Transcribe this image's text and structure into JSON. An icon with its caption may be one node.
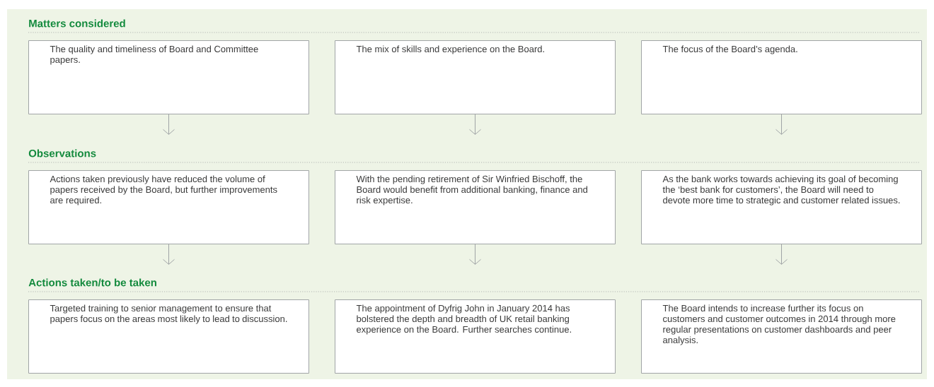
{
  "diagram": {
    "nodes": [
      {
        "text": [
          "The quality and timeliness of Board and Committee papers."
        ]
      },
      {
        "text": [
          "The mix of skills and experience on the Board."
        ]
      },
      {
        "text": [
          "The focus of the Board’s agenda."
        ]
      },
      {
        "text": [
          "Actions taken previously have reduced the volume of papers received by the Board, but further improvements are required."
        ]
      },
      {
        "text": [
          "With the pending retirement of Sir Winfried Bischoff, the Board would benefit from additional banking, finance and risk expertise."
        ]
      },
      {
        "text": [
          "As the bank works towards achieving its goal of becoming the ‘best bank for customers’, the Board will need to devote more time to strategic and customer related issues."
        ]
      },
      {
        "text": [
          "Targeted training to senior management to ensure that papers focus on the areas most likely to lead to discussion."
        ]
      },
      {
        "text": [
          "The appointment of Dyfrig John in January 2014 has bolstered the depth and breadth of UK retail banking experience on the Board. Further searches continue."
        ]
      },
      {
        "text": [
          "The Board intends to increase further its focus on customers and customer outcomes in 2014 through more regular presentations on customer dashboards and peer analysis."
        ]
      }
    ],
    "edges": [
      {
        "from": 0,
        "to": null,
        "arrow": "to"
      },
      {
        "from": 1,
        "to": null,
        "arrow": "to"
      },
      {
        "from": 2,
        "to": null,
        "arrow": "to"
      },
      {
        "from": 3,
        "to": null,
        "arrow": "to"
      },
      {
        "from": 4,
        "to": null,
        "arrow": "to"
      },
      {
        "from": 5,
        "to": null,
        "arrow": "to"
      }
    ],
    "labels": [
      "Matters considered",
      "Observations",
      "Actions taken/to be taken"
    ]
  }
}
